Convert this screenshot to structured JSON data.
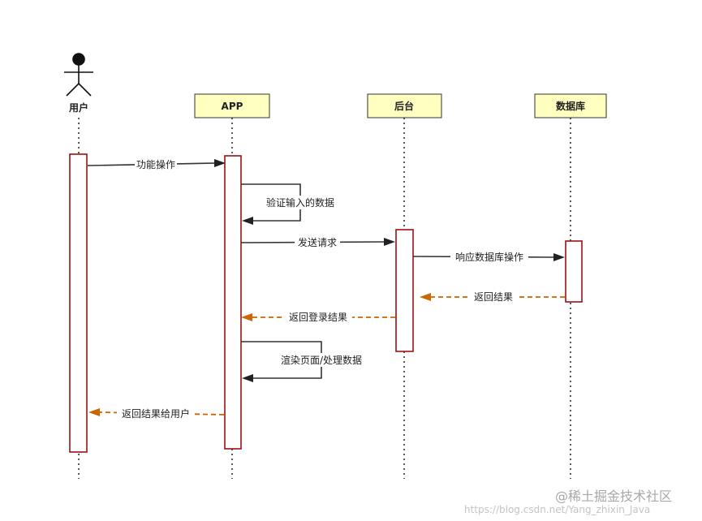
{
  "participants": [
    {
      "id": "user",
      "label": "用户",
      "kind": "actor"
    },
    {
      "id": "app",
      "label": "APP",
      "kind": "box"
    },
    {
      "id": "backend",
      "label": "后台",
      "kind": "box"
    },
    {
      "id": "db",
      "label": "数据库",
      "kind": "box"
    }
  ],
  "messages": [
    {
      "id": "m1",
      "from": "user",
      "to": "app",
      "label": "功能操作",
      "style": "solid"
    },
    {
      "id": "m2",
      "from": "app",
      "to": "app",
      "label": "验证输入的数据",
      "style": "self"
    },
    {
      "id": "m3",
      "from": "app",
      "to": "backend",
      "label": "发送请求",
      "style": "solid"
    },
    {
      "id": "m4",
      "from": "backend",
      "to": "db",
      "label": "响应数据库操作",
      "style": "solid"
    },
    {
      "id": "m5",
      "from": "db",
      "to": "backend",
      "label": "返回结果",
      "style": "dashed"
    },
    {
      "id": "m6",
      "from": "backend",
      "to": "app",
      "label": "返回登录结果",
      "style": "dashed"
    },
    {
      "id": "m7",
      "from": "app",
      "to": "app",
      "label": "渲染页面/处理数据",
      "style": "self"
    },
    {
      "id": "m8",
      "from": "app",
      "to": "user",
      "label": "返回结果给用户",
      "style": "dashed"
    }
  ],
  "colors": {
    "box_fill": "#ffffc0",
    "box_stroke": "#333333",
    "activation_stroke": "#a01010",
    "solid_line": "#333333",
    "dashed_line": "#cc6600"
  },
  "watermark": {
    "brand": "@稀土掘金技术社区",
    "url": "https://blog.csdn.net/Yang_zhixin_Java"
  }
}
